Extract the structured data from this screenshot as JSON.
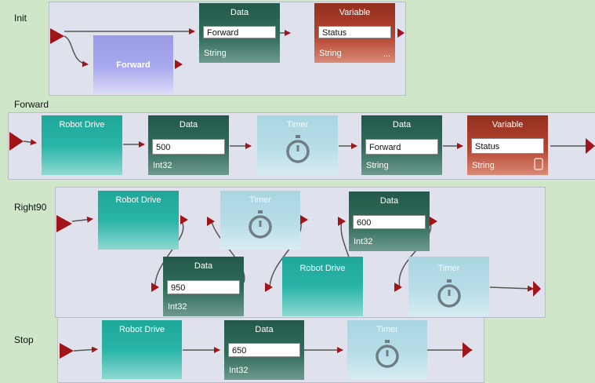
{
  "rows": {
    "init": {
      "label": "Init"
    },
    "forward": {
      "label": "Forward"
    },
    "right90": {
      "label": "Right90"
    },
    "stop": {
      "label": "Stop"
    }
  },
  "init": {
    "action": {
      "title": "Forward"
    },
    "data": {
      "title": "Data",
      "value": "Forward",
      "type": "String"
    },
    "variable": {
      "title": "Variable",
      "value": "Status",
      "type": "String",
      "more": "..."
    }
  },
  "forward": {
    "drive": {
      "title": "Robot Drive"
    },
    "data1": {
      "title": "Data",
      "value": "500",
      "type": "Int32"
    },
    "timer": {
      "title": "Timer"
    },
    "data2": {
      "title": "Data",
      "value": "Forward",
      "type": "String"
    },
    "variable": {
      "title": "Variable",
      "value": "Status",
      "type": "String"
    }
  },
  "right90": {
    "drive1": {
      "title": "Robot Drive"
    },
    "timer1": {
      "title": "Timer"
    },
    "data1": {
      "title": "Data",
      "value": "600",
      "type": "Int32"
    },
    "data2": {
      "title": "Data",
      "value": "950",
      "type": "Int32"
    },
    "drive2": {
      "title": "Robot Drive"
    },
    "timer2": {
      "title": "Timer"
    }
  },
  "stop": {
    "drive": {
      "title": "Robot Drive"
    },
    "data": {
      "title": "Data",
      "value": "650",
      "type": "Int32"
    },
    "timer": {
      "title": "Timer"
    }
  },
  "colors": {
    "data": "#2f6c5b",
    "variable": "#b3432e",
    "robot_drive": "#28b4a6",
    "timer": "#b7dde8",
    "action": "#a9a9ee",
    "arrow": "#a0141a",
    "background": "#cfe7c8",
    "lane": "#dfe2ec"
  },
  "icons": {
    "timer": "stopwatch-icon",
    "connector": "arrow-head-icon"
  }
}
